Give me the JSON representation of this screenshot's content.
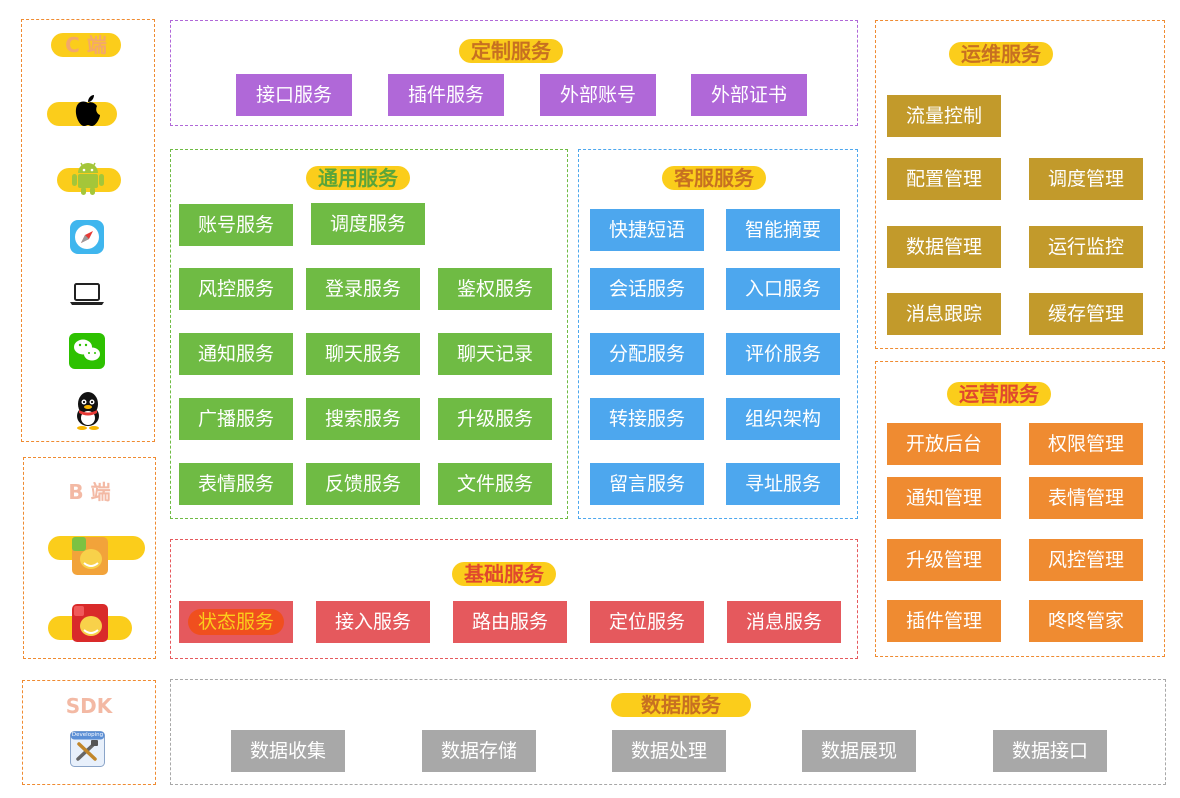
{
  "client": {
    "c_label": "C 端",
    "b_label": "B 端",
    "sdk_label": "SDK",
    "c_icons": [
      "apple-icon",
      "android-icon",
      "safari-icon",
      "laptop-icon",
      "wechat-icon",
      "qq-icon"
    ],
    "b_icons": [
      "b-app-green-icon",
      "b-app-red-icon"
    ],
    "sdk_icons": [
      "developing-tools-icon"
    ],
    "sdk_badge": "Developing"
  },
  "custom": {
    "title": "定制服务",
    "items": [
      "接口服务",
      "插件服务",
      "外部账号",
      "外部证书"
    ]
  },
  "general": {
    "title": "通用服务",
    "items": [
      "账号服务",
      "调度服务",
      "风控服务",
      "登录服务",
      "鉴权服务",
      "通知服务",
      "聊天服务",
      "聊天记录",
      "广播服务",
      "搜索服务",
      "升级服务",
      "表情服务",
      "反馈服务",
      "文件服务"
    ]
  },
  "support": {
    "title": "客服服务",
    "items": [
      "快捷短语",
      "智能摘要",
      "会话服务",
      "入口服务",
      "分配服务",
      "评价服务",
      "转接服务",
      "组织架构",
      "留言服务",
      "寻址服务"
    ]
  },
  "basic": {
    "title": "基础服务",
    "items": [
      "状态服务",
      "接入服务",
      "路由服务",
      "定位服务",
      "消息服务"
    ]
  },
  "ops": {
    "title": "运维服务",
    "items": [
      "流量控制",
      "配置管理",
      "调度管理",
      "数据管理",
      "运行监控",
      "消息跟踪",
      "缓存管理"
    ]
  },
  "operation": {
    "title": "运营服务",
    "items": [
      "开放后台",
      "权限管理",
      "通知管理",
      "表情管理",
      "升级管理",
      "风控管理",
      "插件管理",
      "咚咚管家"
    ]
  },
  "data": {
    "title": "数据服务",
    "items": [
      "数据收集",
      "数据存储",
      "数据处理",
      "数据展现",
      "数据接口"
    ]
  },
  "colors": {
    "custom": "#b068d8",
    "general": "#6fbb44",
    "support": "#4da7ee",
    "basic": "#e5595d",
    "ops": "#c29a2b",
    "operation": "#ef8b31",
    "data": "#a8a8a8",
    "highlight": "#fbcd1b"
  }
}
